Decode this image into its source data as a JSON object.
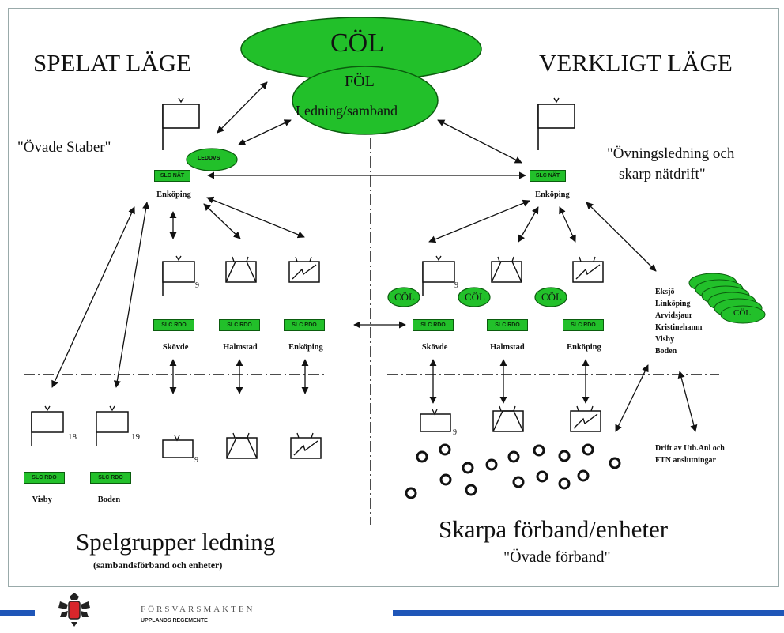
{
  "ellipses": {
    "col": "CÖL",
    "fol_line1": "FÖL",
    "fol_line2": "Ledning/samband",
    "leddvs": "LEDDVS"
  },
  "headings": {
    "left_title": "SPELAT LÄGE",
    "right_title": "VERKLIGT LÄGE",
    "left_quote": "\"Övade Staber\"",
    "right_quote_line1": "\"Övningsledning och",
    "right_quote_line2": "skarp nätdrift\""
  },
  "box_labels": {
    "slc_nat": "SLC NÄT",
    "slc_rdo": "SLC RDO"
  },
  "places": {
    "enkoping": "Enköping",
    "skovde": "Skövde",
    "halmstad": "Halmstad",
    "visby": "Visby",
    "boden": "Boden"
  },
  "unit_numbers": {
    "n9": "9",
    "n18": "18",
    "n19": "19"
  },
  "col_badge": "CÖL",
  "sites": [
    "Eksjö",
    "Linköping",
    "Arvidsjaur",
    "Kristinehamn",
    "Visby",
    "Boden"
  ],
  "drift_note": [
    "Drift av Utb.Anl och",
    "FTN anslutningar"
  ],
  "bottom": {
    "left_title": "Spelgrupper  ledning",
    "left_sub": "(sambandsförband och enheter)",
    "right_title": "Skarpa förband/enheter",
    "right_sub": "\"Övade förband\""
  },
  "footer": {
    "org": "FÖRSVARSMAKTEN",
    "unit": "UPPLANDS REGEMENTE"
  },
  "colors": {
    "ellipse_green": "#22c02a",
    "footer_blue": "#1f56b8",
    "crest_red": "#d8262b"
  }
}
